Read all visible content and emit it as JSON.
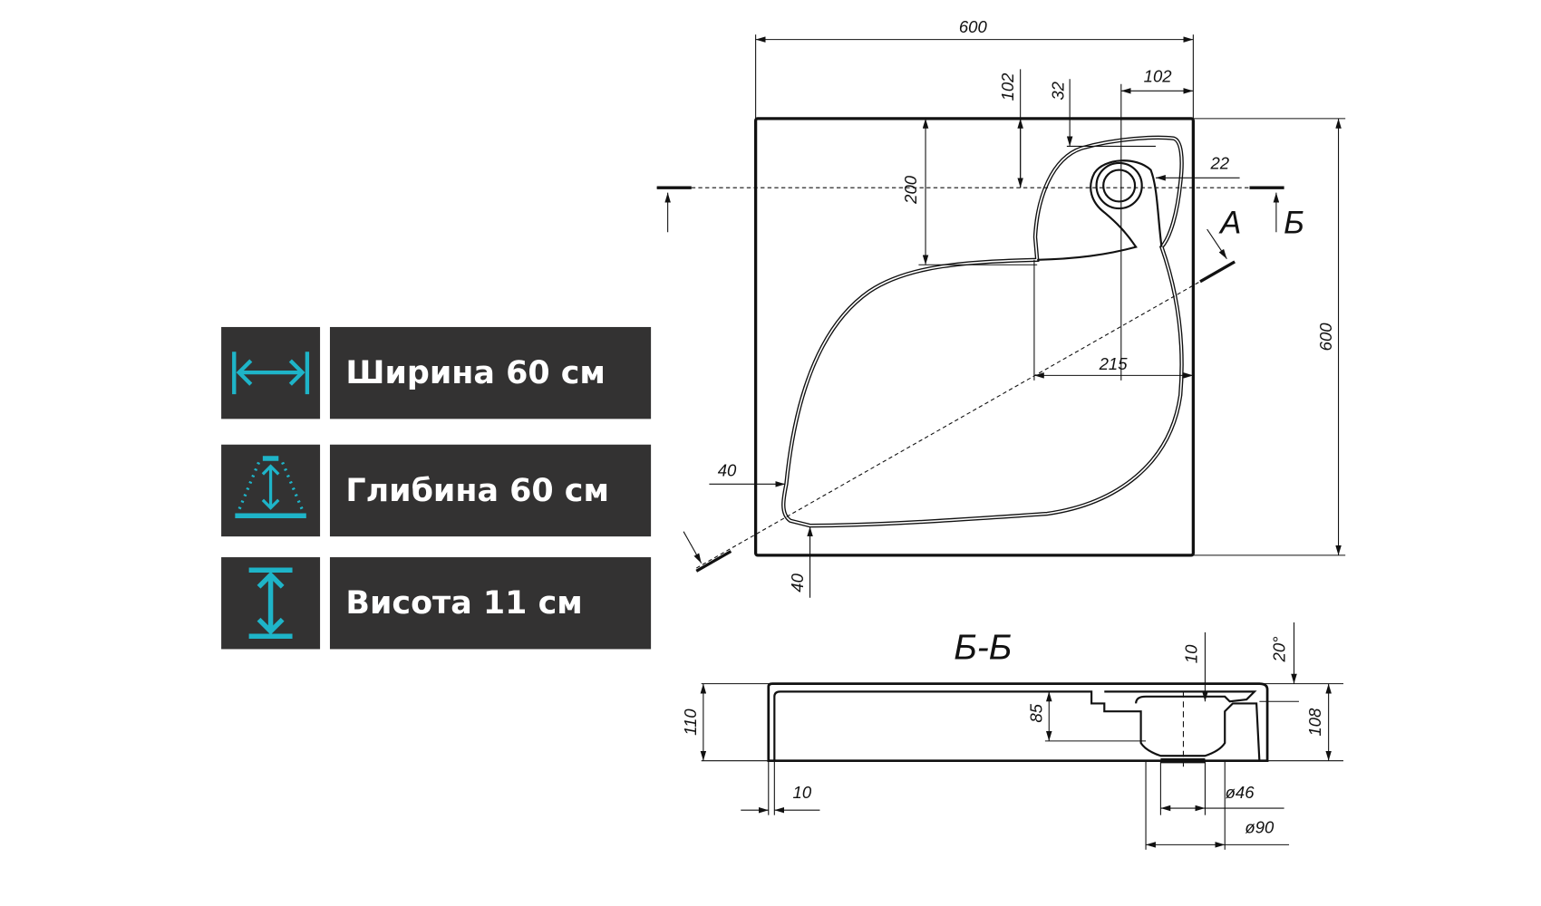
{
  "specs": [
    {
      "icon": "width-arrows-icon",
      "label": "Ширина 60 см"
    },
    {
      "icon": "depth-perspective-icon",
      "label": "Глибина 60 см"
    },
    {
      "icon": "height-arrows-icon",
      "label": "Висота 11 см"
    }
  ],
  "accent_color": "#1eb4c8",
  "top_view": {
    "width": "600",
    "depth": "600",
    "drain_from_top": "102",
    "drain_edge_offset": "32",
    "drain_from_right": "102",
    "shelf_depth": "200",
    "rim_right": "22",
    "basin_offset": "215",
    "rim_left": "40",
    "rim_bottom": "40",
    "section_mark": "Б",
    "view_mark": "А"
  },
  "section_view": {
    "title": "Б-Б",
    "height": "110",
    "inner_height": "108",
    "depth": "85",
    "drain_depth": "10",
    "angle": "20°",
    "wall": "10",
    "drain_inner": "ø46",
    "drain_outer": "ø90"
  }
}
